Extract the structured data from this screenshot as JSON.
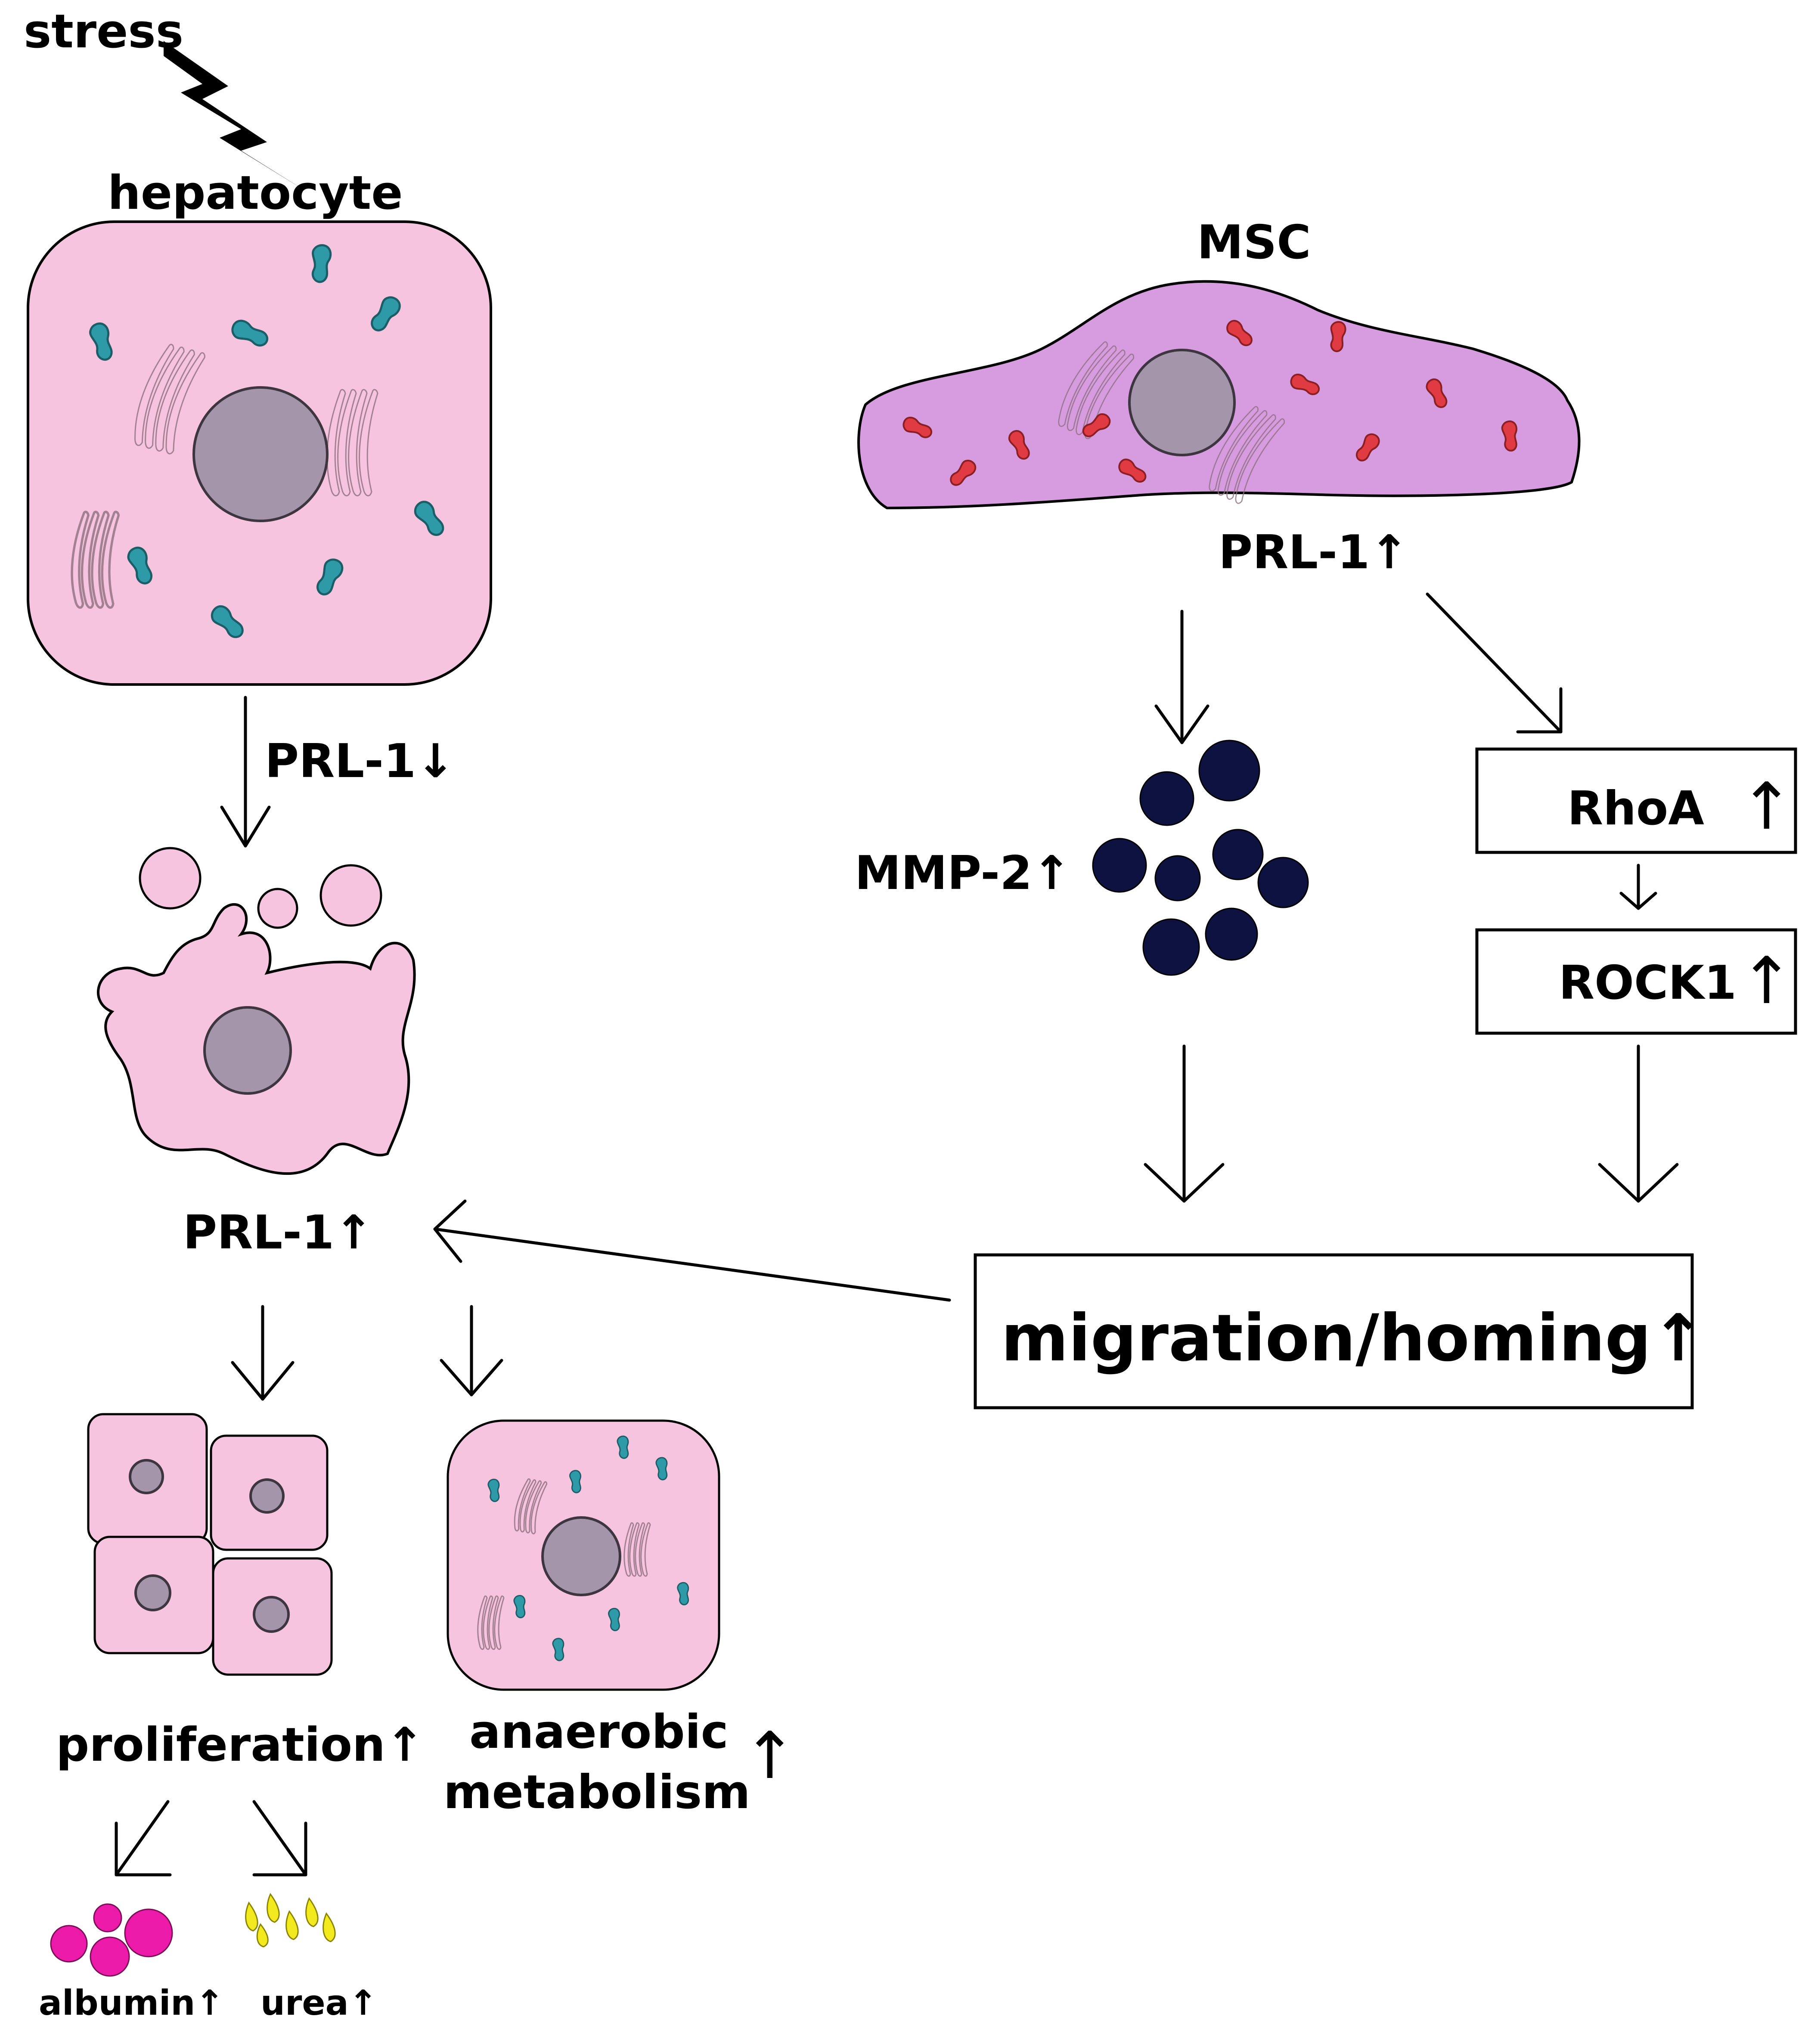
{
  "labels": {
    "stress": "stress",
    "hepatocyte": "hepatocyte",
    "msc": "MSC",
    "prl1_down": "PRL-1↓",
    "prl1_up_msc": "PRL-1↑",
    "prl1_up_hep": "PRL-1↑",
    "mmp2": "MMP-2↑",
    "rhoa": "RhoA",
    "rhoa_arrow": "↑",
    "rock1": "ROCK1",
    "rock1_arrow": "↑",
    "migration": "migration/homing↑",
    "proliferation": "proliferation↑",
    "anaerobic_line1": "anaerobic",
    "anaerobic_line2": "metabolism",
    "anaerobic_arrow": "↑",
    "albumin": "albumin↑",
    "urea": "urea↑"
  },
  "colors": {
    "hepatocyte_fill": "#f6c4de",
    "msc_fill": "#d79be0",
    "mitochondria_teal": "#2e9aa8",
    "mitochondria_red": "#e03a42",
    "nucleus": "#a595aa",
    "mmp2_dots": "#0d1240",
    "albumin": "#ec1aa8",
    "urea": "#f2ea1e"
  }
}
